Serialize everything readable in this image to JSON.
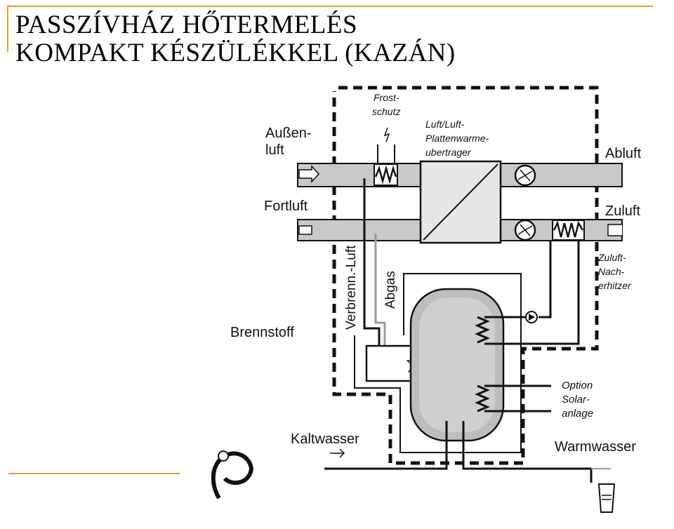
{
  "slide": {
    "title_line1": "PASSZÍVHÁZ HŐTERMELÉS",
    "title_line2": "KOMPAKT KÉSZÜLÉKKEL (KAZÁN)",
    "accent_color": "#d9a520"
  },
  "diagram": {
    "labels": {
      "aussenluft_1": "Außen-",
      "aussenluft_2": "luft",
      "fortluft": "Fortluft",
      "abluft": "Abluft",
      "zuluft": "Zuluft",
      "frostschutz_1": "Frost-",
      "frostschutz_2": "schutz",
      "waermeuebertrager_1": "Luft/Luft-",
      "waermeuebertrager_2": "Plattenwarme-",
      "waermeuebertrager_3": "ubertrager",
      "nacherhitzer_1": "Zuluft-",
      "nacherhitzer_2": "Nach-",
      "nacherhitzer_3": "erhitzer",
      "verbrennluft": "Verbrenn.-Luft",
      "abgas": "Abgas",
      "brennstoff": "Brennstoff",
      "option_1": "Option",
      "option_2": "Solar-",
      "option_3": "anlage",
      "kaltwasser": "Kaltwasser",
      "warmwasser": "Warmwasser"
    },
    "icons": [
      "flame-icon",
      "pump-icon",
      "fan-icon",
      "heating-coil-icon",
      "electric-heater-icon",
      "faucet-icon",
      "glass-icon"
    ]
  }
}
